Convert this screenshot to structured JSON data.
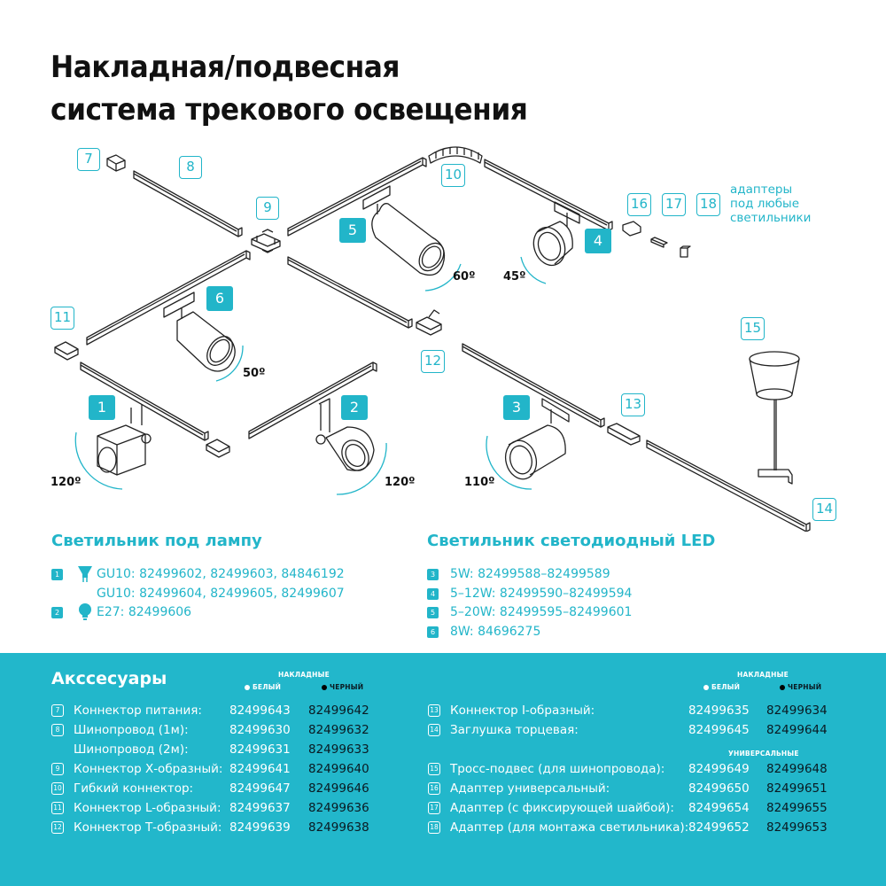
{
  "title": {
    "line1": "Накладная/подвесная",
    "line2": "система трекового освещения"
  },
  "colors": {
    "accent": "#22b5c9",
    "band": "#22b7cb",
    "dark_text": "#0a1a22"
  },
  "diagram": {
    "outlined_labels": [
      "7",
      "8",
      "9",
      "10",
      "11",
      "12",
      "13",
      "14",
      "15",
      "16",
      "17",
      "18"
    ],
    "filled_labels": [
      "1",
      "2",
      "3",
      "4",
      "5",
      "6"
    ],
    "angles": {
      "fixture1": "120º",
      "fixture2": "120º",
      "fixture3": "110º",
      "fixture4": "45º",
      "fixture5": "60º",
      "fixture6": "50º"
    },
    "adapter_note": [
      "адаптеры",
      "под любые",
      "светильники"
    ]
  },
  "lamp_section": {
    "title": "Светильник под лампу",
    "items": [
      {
        "badge": "1",
        "icon": "gu10-lamp-icon",
        "text": "GU10: 82499602, 82499603, 84846192"
      },
      {
        "badge": "",
        "icon": "",
        "text": "GU10: 82499604, 82499605, 82499607"
      },
      {
        "badge": "2",
        "icon": "e27-bulb-icon",
        "text": "E27: 82499606"
      }
    ]
  },
  "led_section": {
    "title": "Светильник светодиодный LED",
    "items": [
      {
        "badge": "3",
        "text": "5W: 82499588–82499589"
      },
      {
        "badge": "4",
        "text": "5–12W: 82499590–82499594"
      },
      {
        "badge": "5",
        "text": "5–20W: 82499595–82499601"
      },
      {
        "badge": "6",
        "text": "8W: 84696275"
      }
    ]
  },
  "accessories": {
    "title": "Акссесуары",
    "header_surface": "НАКЛАДНЫЕ",
    "header_universal": "УНИВЕРСАЛЬНЫЕ",
    "header_white": "БЕЛЫЙ",
    "header_black": "ЧЕРНЫЙ",
    "left": [
      {
        "num": "7",
        "name": "Коннектор питания:",
        "white": "82499643",
        "black": "82499642"
      },
      {
        "num": "8",
        "name": "Шинопровод (1м):",
        "white": "82499630",
        "black": "82499632"
      },
      {
        "num": "",
        "name": "Шинопровод (2м):",
        "white": "82499631",
        "black": "82499633"
      },
      {
        "num": "9",
        "name": "Коннектор Х-образный:",
        "white": "82499641",
        "black": "82499640"
      },
      {
        "num": "10",
        "name": "Гибкий коннектор:",
        "white": "82499647",
        "black": "82499646"
      },
      {
        "num": "11",
        "name": "Коннектор L-образный:",
        "white": "82499637",
        "black": "82499636"
      },
      {
        "num": "12",
        "name": "Коннектор Т-образный:",
        "white": "82499639",
        "black": "82499638"
      }
    ],
    "right": [
      {
        "num": "13",
        "name": "Коннектор I-образный:",
        "white": "82499635",
        "black": "82499634"
      },
      {
        "num": "14",
        "name": "Заглушка торцевая:",
        "white": "82499645",
        "black": "82499644"
      },
      {
        "num": "15",
        "name": "Тросс-подвес (для шинопровода):",
        "white": "82499649",
        "black": "82499648"
      },
      {
        "num": "16",
        "name": "Адаптер универсальный:",
        "white": "82499650",
        "black": "82499651"
      },
      {
        "num": "17",
        "name": "Адаптер (с фиксирующей шайбой):",
        "white": "82499654",
        "black": "82499655"
      },
      {
        "num": "18",
        "name": "Адаптер (для монтажа светильника):",
        "white": "82499652",
        "black": "82499653"
      }
    ]
  }
}
